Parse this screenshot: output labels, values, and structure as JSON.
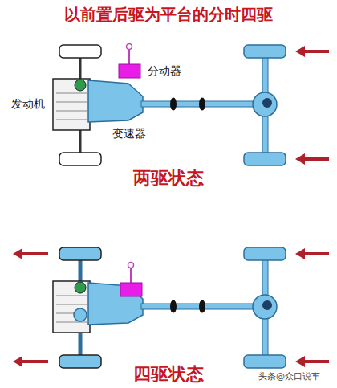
{
  "diagram": {
    "title": "以前置后驱为平台的分时四驱",
    "labels": [
      "分动器",
      "发动机",
      "变速器",
      "两驱状态",
      "四驱状态",
      "头条@众口说车"
    ]
  }
}
